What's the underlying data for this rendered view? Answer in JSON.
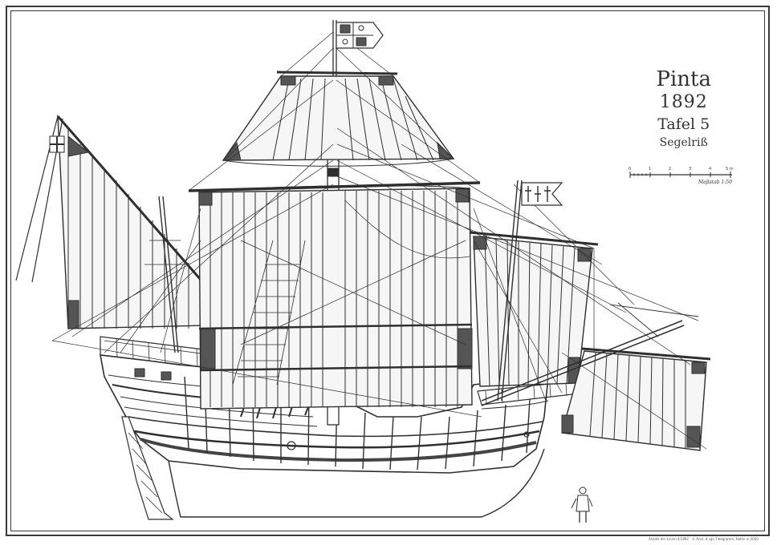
{
  "title": {
    "ship_name": "Pinta",
    "year": "1892",
    "plate": "Tafel 5",
    "subject": "Segelriß"
  },
  "scale": {
    "ticks": [
      "0",
      "1",
      "2",
      "3",
      "4",
      "5 m"
    ],
    "label": "Maßstab 1:50"
  },
  "footer": {
    "left": "Anzahl der Linien 4/1892",
    "right": "© Anst. d.vgn.Tieegramm, Hafen in 2020"
  },
  "colors": {
    "line": "#2f2f2f",
    "fill_dark": "#555555",
    "fill_light": "#f6f6f6",
    "paper": "#ffffff"
  }
}
